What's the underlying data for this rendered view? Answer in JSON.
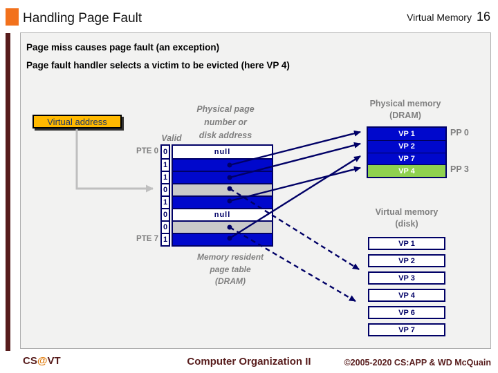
{
  "slide": {
    "title": "Handling Page Fault",
    "header_right": {
      "topic": "Virtual Memory",
      "page_number": "16"
    },
    "bullets": [
      "Page miss causes page fault (an exception)",
      "Page fault handler selects a victim to be evicted (here VP 4)"
    ]
  },
  "diagram": {
    "virtual_address_label": "Virtual address",
    "valid_header": "Valid",
    "content_header": [
      "Physical page",
      "number or",
      "disk address"
    ],
    "page_table": {
      "pte_first_label": "PTE 0",
      "pte_last_label": "PTE 7",
      "caption": [
        "Memory resident",
        "page table",
        "(DRAM)"
      ],
      "rows": [
        {
          "valid": "0",
          "label": "null",
          "storage": "none"
        },
        {
          "valid": "1",
          "label": "",
          "storage": "dram"
        },
        {
          "valid": "1",
          "label": "",
          "storage": "dram"
        },
        {
          "valid": "0",
          "label": "",
          "storage": "disk"
        },
        {
          "valid": "1",
          "label": "",
          "storage": "dram"
        },
        {
          "valid": "0",
          "label": "null",
          "storage": "none"
        },
        {
          "valid": "0",
          "label": "",
          "storage": "disk"
        },
        {
          "valid": "1",
          "label": "",
          "storage": "dram"
        }
      ]
    },
    "physical_memory": {
      "header": [
        "Physical memory",
        "(DRAM)"
      ],
      "rows": [
        {
          "label": "VP 1",
          "highlight": false
        },
        {
          "label": "VP 2",
          "highlight": false
        },
        {
          "label": "VP 7",
          "highlight": false
        },
        {
          "label": "VP 4",
          "highlight": true
        }
      ],
      "pp_labels": [
        {
          "label": "PP 0",
          "row": 0
        },
        {
          "label": "PP 3",
          "row": 3
        }
      ]
    },
    "virtual_memory": {
      "header": [
        "Virtual memory",
        "(disk)"
      ],
      "pages": [
        "VP 1",
        "VP 2",
        "VP 3",
        "VP 4",
        "VP 6",
        "VP 7"
      ]
    }
  },
  "footer": {
    "left": {
      "cs": "CS",
      "at": "@",
      "vt": "VT"
    },
    "center": "Computer Organization II",
    "right": "©2005-2020 CS:APP & WD McQuain"
  },
  "colors": {
    "accent_orange": "#F2711C",
    "maroon": "#571C1C",
    "table_blue": "#0008CC",
    "victim_green": "#8FD14F",
    "navy": "#000066",
    "note_gray": "#7F7F7F",
    "va_box_fill": "#FFB900"
  }
}
